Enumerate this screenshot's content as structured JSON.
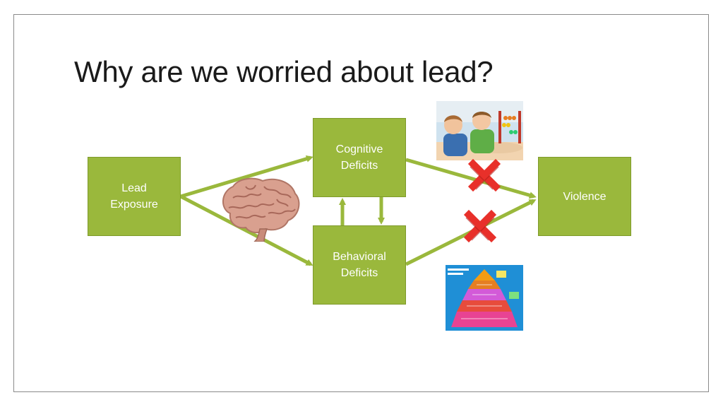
{
  "slide": {
    "title": "Why are we worried about lead?"
  },
  "nodes": {
    "lead": {
      "line1": "Lead",
      "line2": "Exposure"
    },
    "cognitive": {
      "line1": "Cognitive",
      "line2": "Deficits"
    },
    "behavioral": {
      "line1": "Behavioral",
      "line2": "Deficits"
    },
    "violence": {
      "label": "Violence"
    }
  },
  "images": {
    "brain": "brain-image",
    "children": "children-playing-photo",
    "pyramid": "parenting-pyramid-image"
  },
  "colors": {
    "box_fill": "#9ab83c",
    "arrow": "#9ab83c",
    "cross": "#e8302a"
  }
}
